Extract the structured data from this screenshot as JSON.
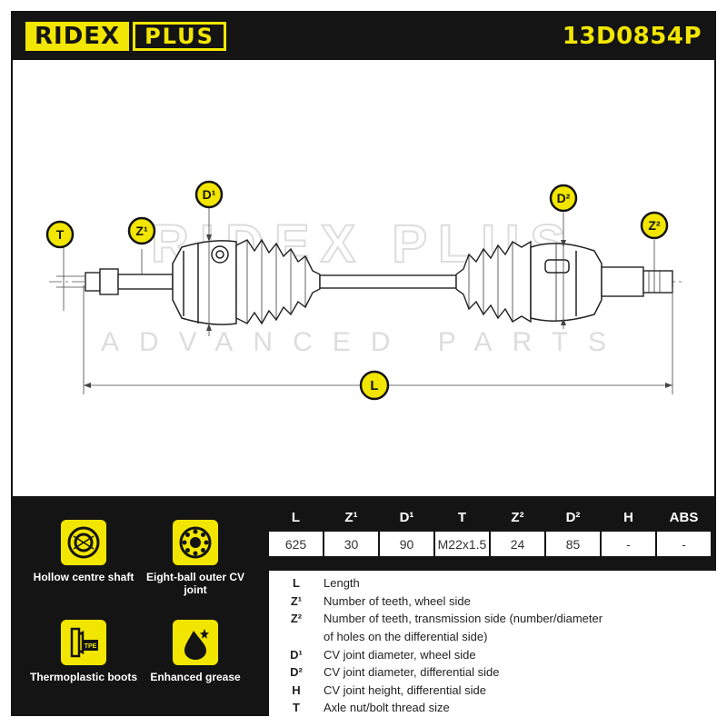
{
  "header": {
    "brand_left": "RIDEX",
    "brand_right": "PLUS",
    "part_number": "13D0854P"
  },
  "drawing": {
    "watermark_top": "RIDEX PLUS",
    "watermark_bottom": "ADVANCED PARTS",
    "callouts": {
      "T": "T",
      "Z1": "Z¹",
      "D1": "D¹",
      "D2": "D²",
      "Z2": "Z²",
      "L": "L"
    }
  },
  "features": [
    {
      "icon": "hollow-shaft-icon",
      "label": "Hollow centre shaft"
    },
    {
      "icon": "eight-ball-joint-icon",
      "label": "Eight-ball outer CV joint"
    },
    {
      "icon": "tpe-boot-icon",
      "label": "Thermoplastic boots"
    },
    {
      "icon": "grease-icon",
      "label": "Enhanced grease"
    }
  ],
  "specs_table": {
    "headers": [
      "L",
      "Z¹",
      "D¹",
      "T",
      "Z²",
      "D²",
      "H",
      "ABS"
    ],
    "values": [
      "625",
      "30",
      "90",
      "M22x1.5",
      "24",
      "85",
      "-",
      "-"
    ]
  },
  "legend": [
    {
      "symbol": "L",
      "text": "Length"
    },
    {
      "symbol": "Z¹",
      "text": "Number of teeth, wheel side"
    },
    {
      "symbol": "Z²",
      "text": "Number of teeth, transmission side (number/diameter"
    },
    {
      "symbol": "",
      "text": "of holes on the differential side)"
    },
    {
      "symbol": "D¹",
      "text": "CV joint diameter, wheel side"
    },
    {
      "symbol": "D²",
      "text": "CV joint diameter, differential side"
    },
    {
      "symbol": "H",
      "text": "CV joint height, differential side"
    },
    {
      "symbol": "T",
      "text": "Axle nut/bolt thread size"
    }
  ],
  "colors": {
    "accent": "#f2e600",
    "dark": "#141414"
  }
}
